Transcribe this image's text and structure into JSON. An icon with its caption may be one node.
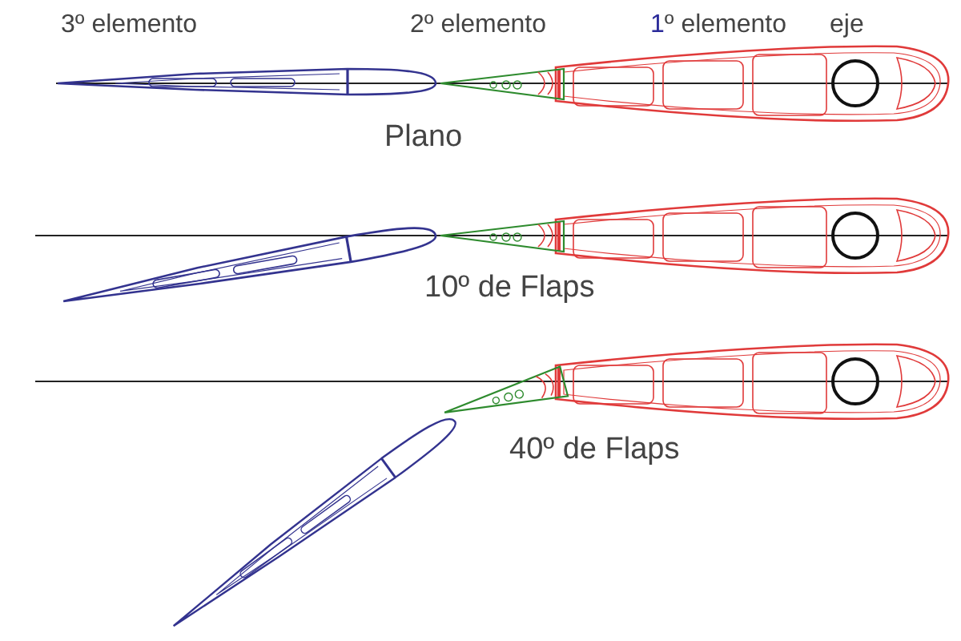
{
  "diagram": {
    "labels": [
      "3º elemento",
      "2º elemento",
      "1º elemento",
      "eje",
      "Plano",
      "10º de Flaps",
      "40º de Flaps"
    ]
  }
}
